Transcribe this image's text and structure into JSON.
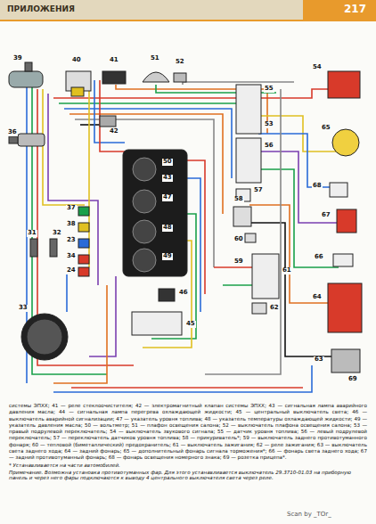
{
  "diagram": {
    "caption": "системы ЭПХХ; 41 — реле стеклоочистителя; 42 — электромагнитный клапан системы ЭПХХ; 43 — сигнальная лампа аварийного давления масла; 44 — сигнальная лампа перегрева охлаждающей жидкости; 45 — центральный выключатель света; 46 — выключатель аварийной сигнализации; 47 — указатель уровня топлива; 48 — указатель температуры охлаждающей жидкости; 49 — указатель давления масла; 50 — вольтметр; 51 — плафон освещения салона; 52 — выключатель плафона освещения салона; 53 — правый подрулевой переключатель; 54 — выключатель звукового сигнала; 55 — датчик уровня топлива; 56 — левый подрулевой переключатель; 57 — переключатель датчиков уровня топлива; 58 — прикуриватель*; 59 — выключатель заднего противотуманного фонаря; 60 — тепловой (биметаллический) предохранитель; 61 — выключатель зажигания; 62 — реле зажигания; 63 — выключатель света заднего хода; 64 — задний фонарь; 65 — дополнительный фонарь сигнала торможения*; 66 — фонарь света заднего хода; 67 — задний противотуманный фонарь; 68 — фонарь освещения номерного знака; 69 — розетка прицепа*.",
    "labels": [
      "ПРИЛОЖЕНИЯ",
      "217",
      "39",
      "40",
      "41",
      "51",
      "52",
      "54",
      "55",
      "56",
      "57",
      "58",
      "42",
      "36",
      "37",
      "38",
      "31",
      "32",
      "23",
      "34",
      "24",
      "33",
      "50",
      "43",
      "47",
      "48",
      "49",
      "46",
      "45",
      "53",
      "60",
      "59",
      "61",
      "62",
      "65",
      "68",
      "67",
      "66",
      "64",
      "63",
      "69",
      "* Устанавливается на части автомобилей.",
      "Примечание. Возможна установка противотуманных фар. Для этого устанавливается выключатель 29.3710-01.03 на приборную панель и через него фары подключаются к выводу 4 центрального выключателя света через реле.",
      "Scan by _TOr_"
    ]
  }
}
